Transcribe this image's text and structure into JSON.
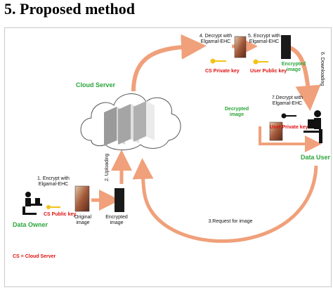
{
  "title": "5. Proposed method",
  "nodes": {
    "cloud_server": "Cloud Server",
    "data_owner": "Data Owner",
    "data_user": "Data User"
  },
  "steps": {
    "step1": "1. Encrypt with Elgamal-EHC",
    "step2": "2. Uploading",
    "step3": "3.Request for image",
    "step4": "4. Decrypt with Elgamal-EHC",
    "step5": "5. Encrypt with Elgamal-EHC",
    "step6": "6. Downloading",
    "step7": "7.Decrypt with Elgamal-EHC"
  },
  "keys": {
    "cs_public": "CS Public key",
    "cs_private": "CS Private key",
    "user_public": "User Public key",
    "user_private": "User Private key"
  },
  "images": {
    "original": "Original image",
    "encrypted_owner": "Encrypted image",
    "encrypted_cloud": "Encrypted image",
    "decrypted": "Decrypted image"
  },
  "legend": "CS = Cloud Server",
  "colors": {
    "arrow": "#f0a07a",
    "label_red": "#e01010",
    "label_green": "#2aa63a",
    "key_gold": "#f2c318"
  }
}
